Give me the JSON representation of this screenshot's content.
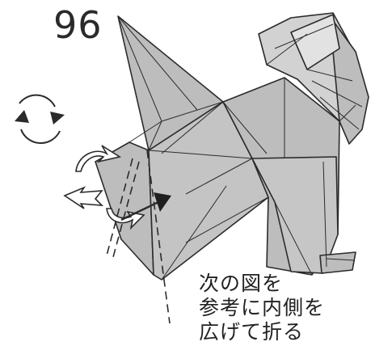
{
  "step": {
    "number": "96"
  },
  "instruction": {
    "lines": [
      "次の図を",
      "参考に内側を",
      "広げて折る"
    ]
  },
  "symbols": {
    "rotate": "turn-over-icon",
    "arrow": "push-arrow-icon",
    "fold": "open-sink-fold-arrow-icon"
  },
  "colors": {
    "paper": "#bdbdbd",
    "paper_light": "#d2d2d2",
    "line": "#2b2b2b",
    "background": "#ffffff"
  }
}
